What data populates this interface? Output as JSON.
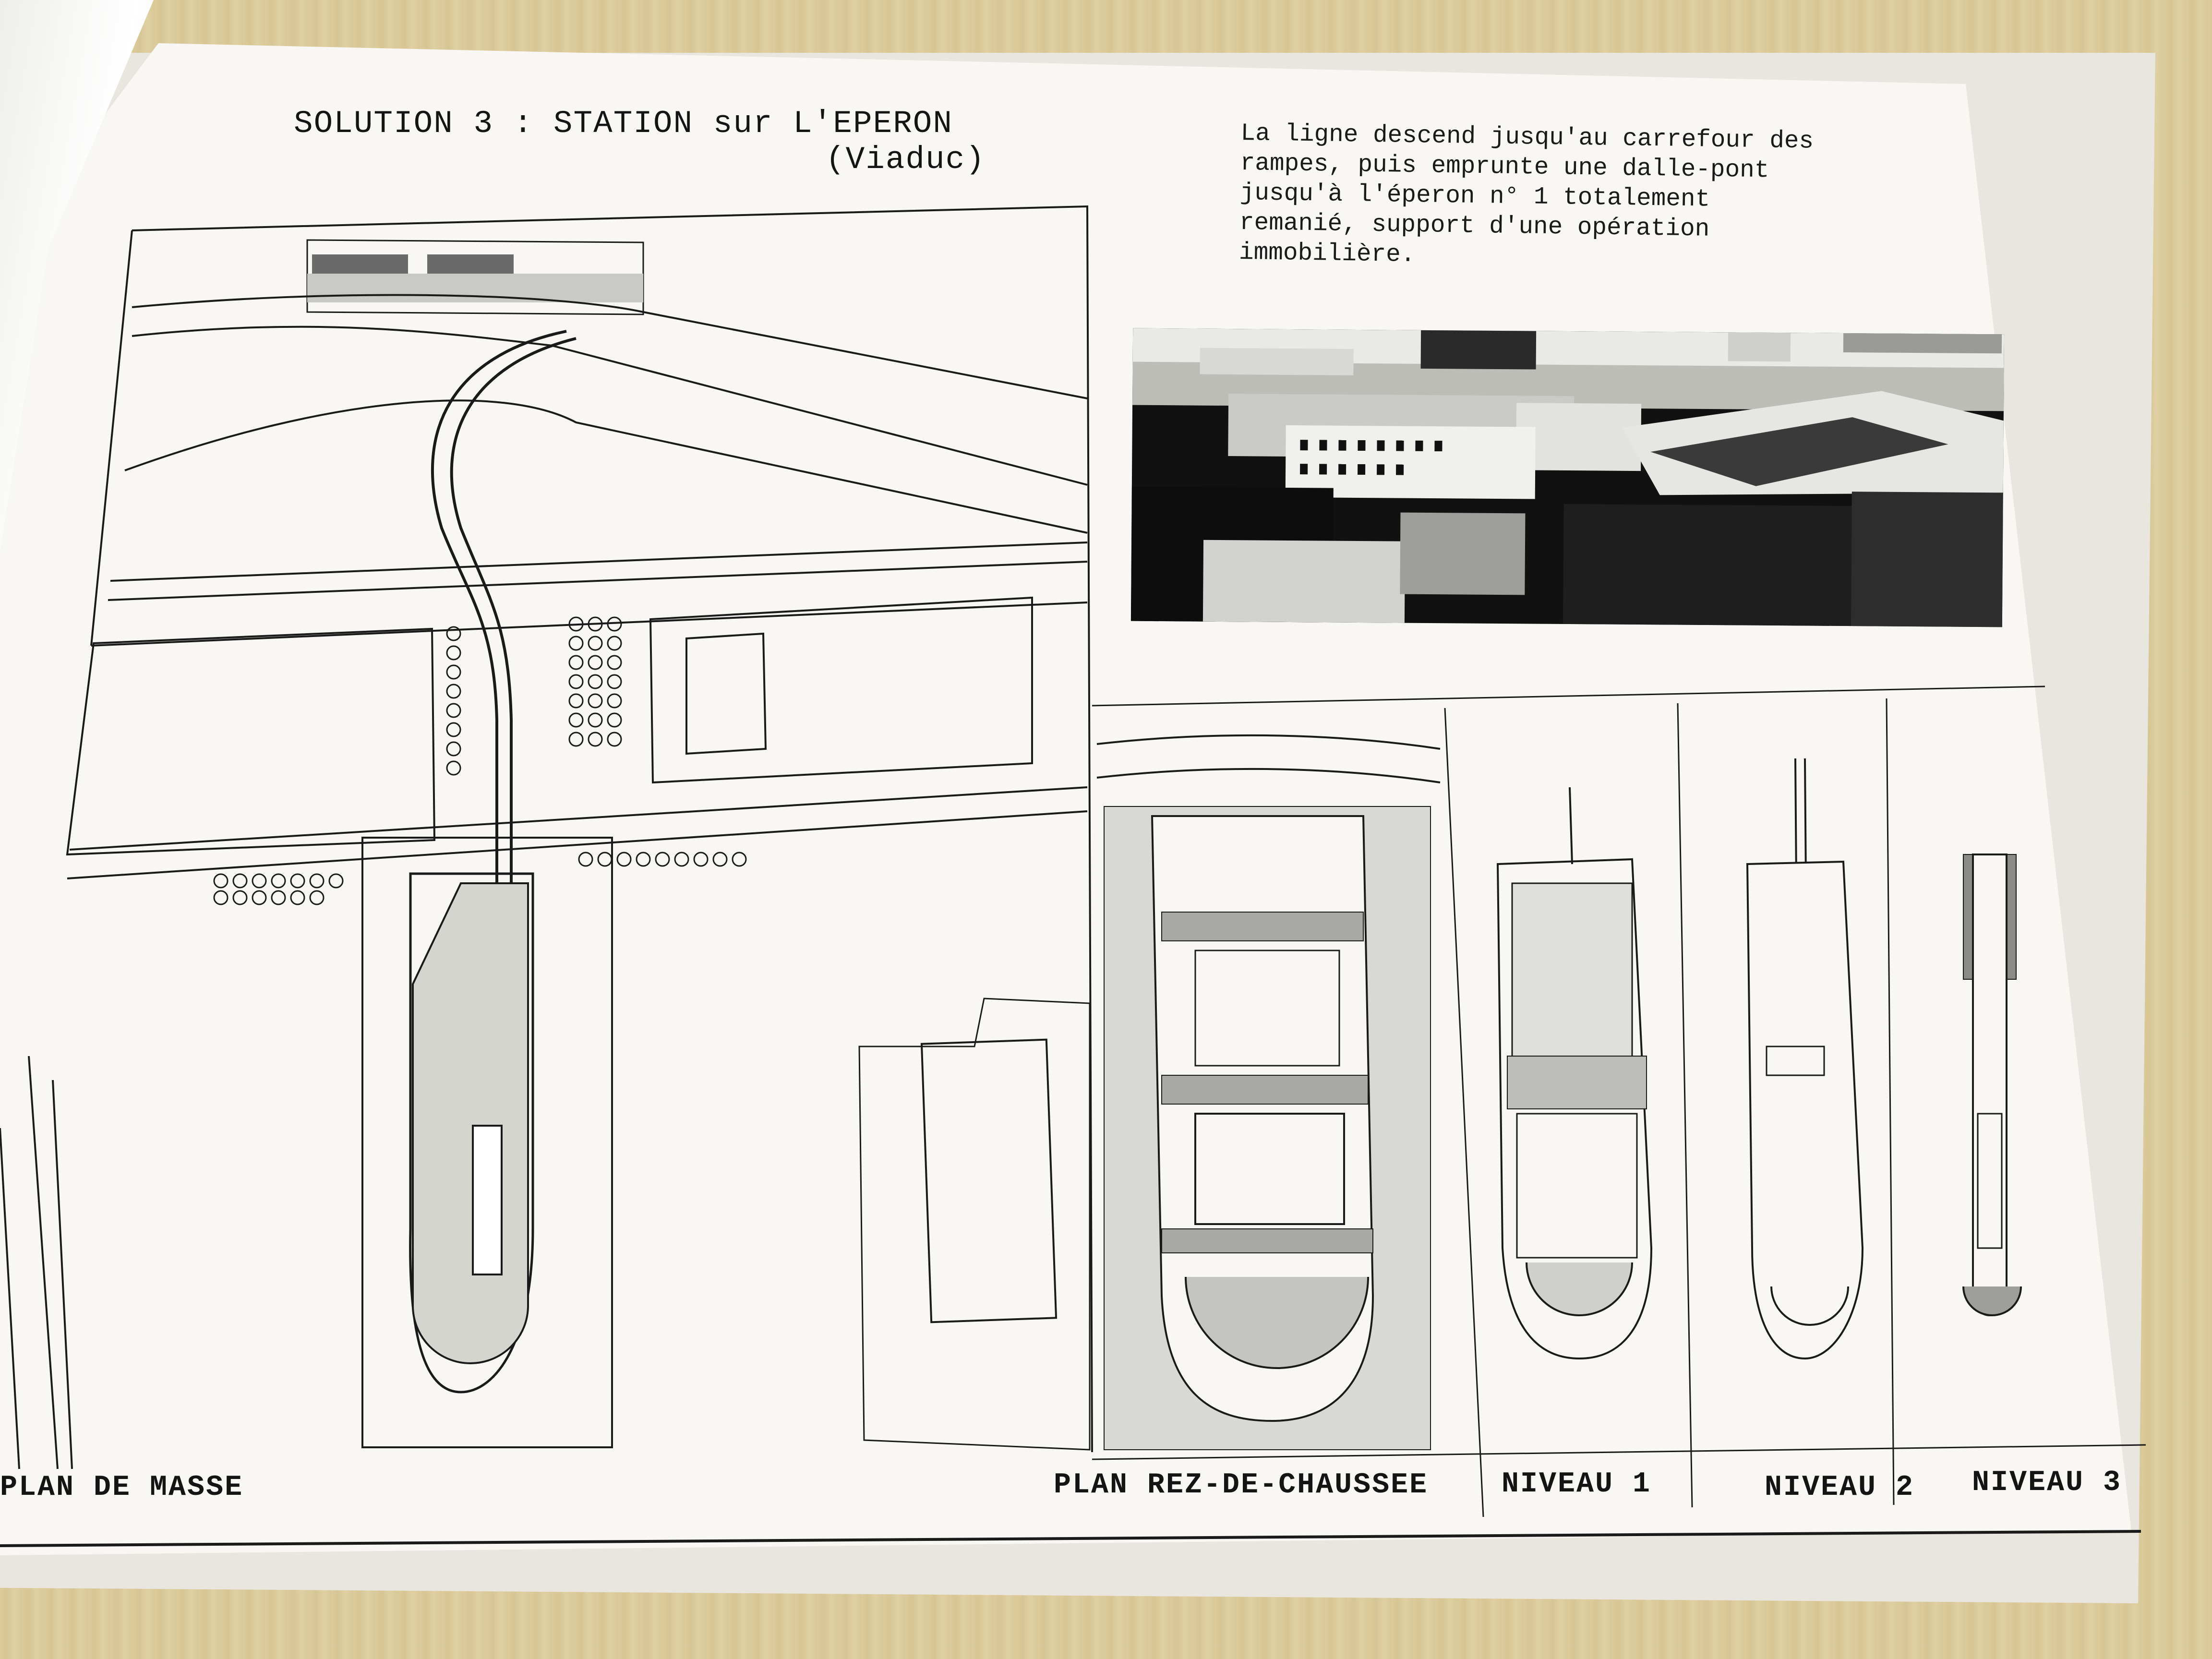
{
  "document": {
    "title": "SOLUTION 3 : STATION sur L'EPERON",
    "subtitle": "(Viaduc)",
    "description_lines": [
      "La ligne descend jusqu'au carrefour des",
      "rampes, puis emprunte une dalle-pont",
      "jusqu'à l'éperon n° 1 totalement",
      "remanié, support d'une opération",
      "immobilière."
    ],
    "labels": {
      "plan_masse": "PLAN DE MASSE",
      "plan_rdc": "PLAN REZ-DE-CHAUSSEE",
      "niveau_1": "NIVEAU 1",
      "niveau_2": "NIVEAU 2",
      "niveau_3": "NIVEAU 3"
    }
  },
  "colors": {
    "paper": "#f8f7f3",
    "ink": "#141414",
    "desk": "#d9c99b",
    "photo": "#111111"
  }
}
